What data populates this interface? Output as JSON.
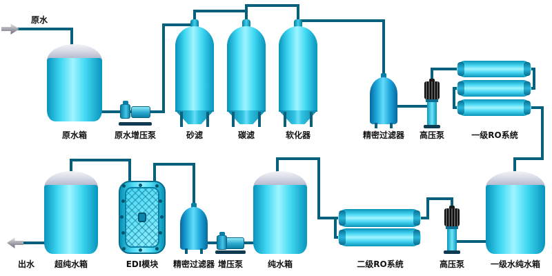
{
  "diagram": {
    "type": "process-flow",
    "subject": "water treatment system",
    "colors": {
      "pipe": "#04607C",
      "equipment_cyan": "#2BD1EF",
      "tank_dome_gray": "#D5D8E4",
      "background": "#FFFFFF"
    },
    "labels": {
      "inlet": "原水",
      "raw_water_tank": "原水箱",
      "raw_booster_pump": "原水增压泵",
      "sand_filter": "砂滤",
      "carbon_filter": "碳滤",
      "softener": "软化器",
      "precision_filter_top": "精密过滤器",
      "high_pressure_pump_top": "高压泵",
      "ro_system_stage1": "一级RO系统",
      "outlet": "出水",
      "ultrapure_tank": "超纯水箱",
      "edi_module": "EDI模块",
      "precision_filter_bottom": "精密过滤器",
      "booster_pump": "增压泵",
      "pure_water_tank": "纯水箱",
      "ro_system_stage2": "二级RO系统",
      "high_pressure_pump_bottom": "高压泵",
      "stage1_pure_water_tank": "一级水纯水箱"
    }
  }
}
